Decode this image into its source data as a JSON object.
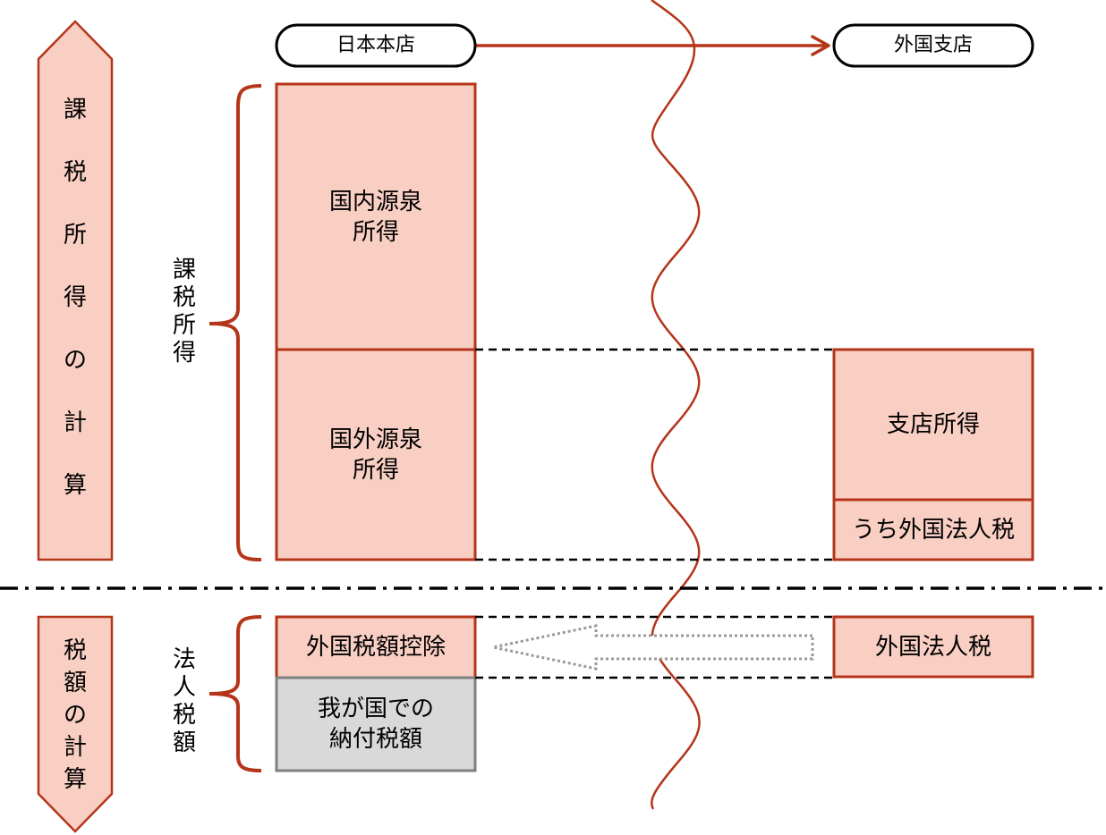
{
  "header": {
    "japan_head_office": "日本本店",
    "foreign_branch": "外国支店"
  },
  "side_arrows": {
    "taxable_income_calc": "課\n税\n所\n得\nの\n計\n算",
    "tax_amount_calc": "税\n額\nの\n計\n算"
  },
  "brackets": {
    "taxable_income": "課\n税\n所\n得",
    "corporate_tax": "法\n人\n税\n額"
  },
  "boxes": {
    "domestic_source_income": "国内源泉\n所得",
    "foreign_source_income": "国外源泉\n所得",
    "branch_income": "支店所得",
    "of_which_foreign_corporate_tax": "うち外国法人税",
    "foreign_tax_credit": "外国税額控除",
    "tax_payable_in_japan": "我が国での\n納付税額",
    "foreign_corporate_tax": "外国法人税"
  },
  "colors": {
    "accent": "#b5351a",
    "fill": "#f9cfc3",
    "gray_fill": "#d9d9d9",
    "gray_border": "#7f7f7f",
    "dotted_arrow": "#9a9a9a"
  }
}
